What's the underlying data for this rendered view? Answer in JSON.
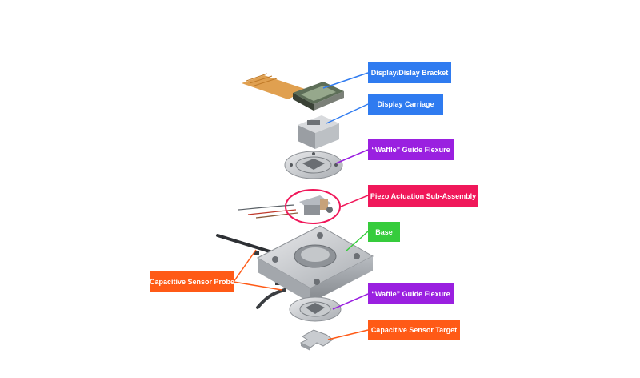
{
  "colors": {
    "blue": "#2f7bf0",
    "purple": "#9a20e0",
    "pink": "#f0185a",
    "green": "#36cc3c",
    "orange": "#ff5a16"
  },
  "labels": {
    "display_bracket": "Display/Dislay Bracket",
    "display_carriage": "Display Carriage",
    "waffle_flexure_top": "“Waffle” Guide Flexure",
    "piezo_subassembly": "Piezo Actuation Sub-Assembly",
    "base": "Base",
    "capacitive_probe": "Capacitive  Sensor Probe",
    "waffle_flexure_bottom": "“Waffle” Guide Flexure",
    "capacitive_target": "Capacitive Sensor Target"
  }
}
